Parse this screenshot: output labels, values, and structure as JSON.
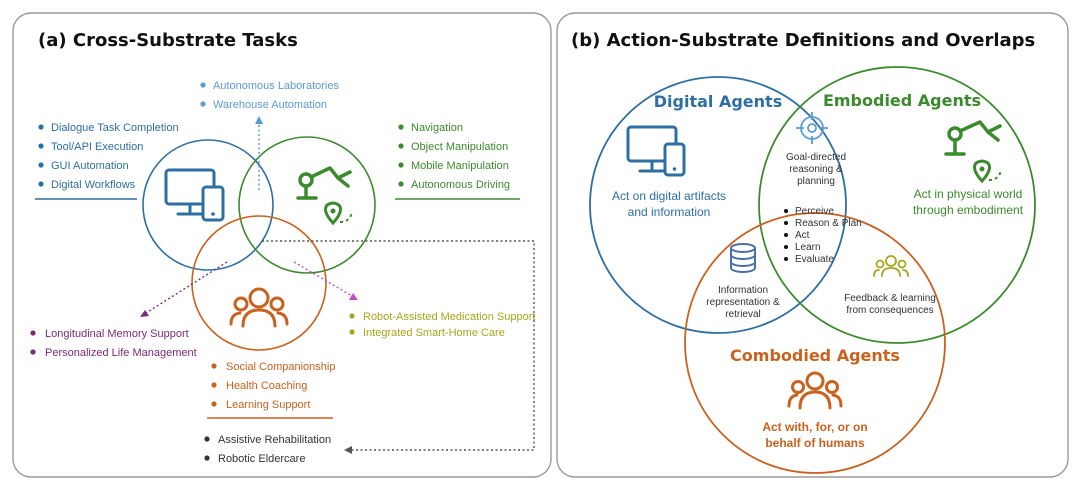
{
  "colors": {
    "blue": "#2e6fa3",
    "green": "#3c8a2e",
    "orange": "#c8621e",
    "purple": "#7a2a78",
    "olive": "#a8a61e",
    "lightblue": "#5b9bd5",
    "dark": "#333333"
  },
  "left_panel": {
    "title": "(a) Cross-Substrate Tasks",
    "top_items": [
      "Autonomous Laboratories",
      "Warehouse Automation"
    ],
    "digital_items": [
      "Dialogue Task Completion",
      "Tool/API Execution",
      "GUI Automation",
      "Digital Workflows"
    ],
    "embodied_items": [
      "Navigation",
      "Object Manipulation",
      "Mobile Manipulation",
      "Autonomous Driving"
    ],
    "memory_items": [
      "Longitudinal Memory Support",
      "Personalized Life Management"
    ],
    "robot_items": [
      "Robot-Assisted Medication Support",
      "Integrated Smart-Home Care"
    ],
    "human_items": [
      "Social Companionship",
      "Health Coaching",
      "Learning Support"
    ],
    "rehab_items": [
      "Assistive Rehabilitation",
      "Robotic Eldercare"
    ]
  },
  "right_panel": {
    "title": "(b) Action-Substrate Definitions and Overlaps",
    "digital": {
      "name": "Digital Agents",
      "desc": [
        "Act on digital artifacts",
        "and information"
      ]
    },
    "embodied": {
      "name": "Embodied Agents",
      "desc": [
        "Act in physical world",
        "through embodiment"
      ]
    },
    "combodied": {
      "name": "Combodied Agents",
      "desc": [
        "Act with, for, or on",
        "behalf of humans"
      ]
    },
    "digital_embodied": [
      "Goal-directed",
      "reasoning &",
      "planning"
    ],
    "center": [
      "Perceive",
      "Reason & Plan",
      "Act",
      "Learn",
      "Evaluate"
    ],
    "digital_combodied": [
      "Information",
      "representation &",
      "retrieval"
    ],
    "embodied_combodied": [
      "Feedback & learning",
      "from consequences"
    ]
  }
}
